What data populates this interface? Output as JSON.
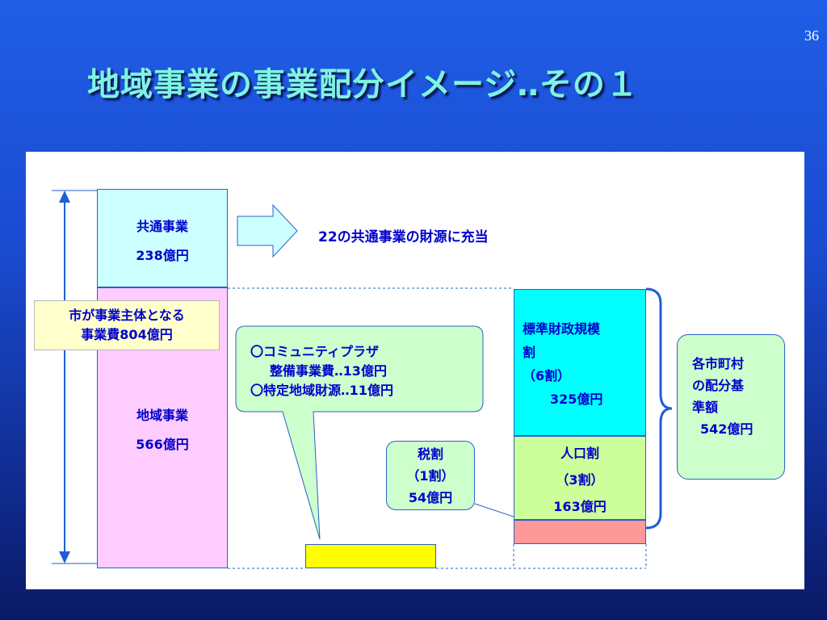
{
  "page_number": "36",
  "title": "地域事業の事業配分イメージ‥その１",
  "colors": {
    "common": "#ccffff",
    "local": "#ffccff",
    "standard": "#00ffff",
    "population": "#ccff99",
    "tax": "#ccffcc",
    "red": "#ff9999",
    "yellow": "#ffff00",
    "text": "#0000cc"
  },
  "common": {
    "label": "共通事業",
    "amount": "238億円"
  },
  "arrow_text": "22の共通事業の財源に充当",
  "total": {
    "line1": "市が事業主体となる",
    "line2": "事業費804億円"
  },
  "local": {
    "label": "地域事業",
    "amount": "566億円"
  },
  "bubble": {
    "line1": "〇コミュニティプラザ",
    "line2": "整備事業費‥13億円",
    "line3": "〇特定地域財源‥11億円"
  },
  "standard": {
    "line1": "標準財政規模",
    "line2": "割",
    "ratio": "（6割）",
    "amount": "325億円"
  },
  "population": {
    "label": "人口割",
    "ratio": "（3割）",
    "amount": "163億円"
  },
  "tax": {
    "label": "税割",
    "ratio": "（1割）",
    "amount": "54億円"
  },
  "allocation": {
    "line1": "各市町村",
    "line2": "の配分基",
    "line3": "準額",
    "amount": "542億円"
  }
}
